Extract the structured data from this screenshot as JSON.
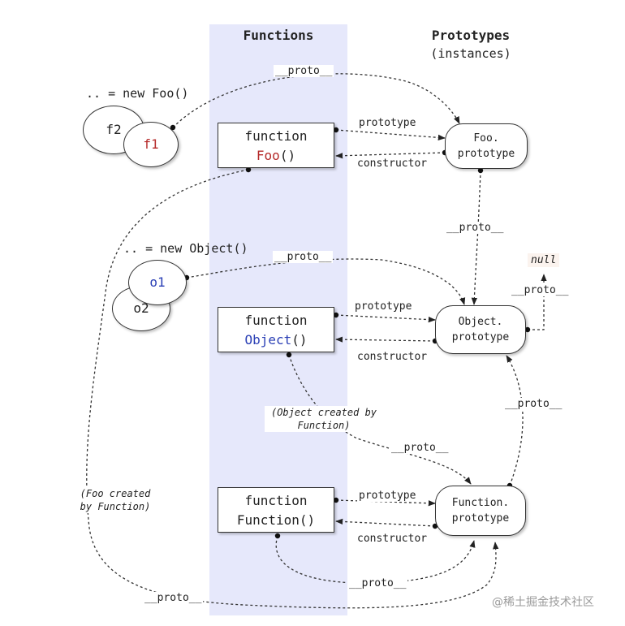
{
  "headers": {
    "functions": "Functions",
    "prototypes": "Prototypes",
    "prototypes_sub": "(instances)"
  },
  "foo_section": {
    "new_label": ".. = new Foo()",
    "f2": "f2",
    "f1": "f1",
    "func_line1": "function",
    "func_name": "Foo",
    "func_parens": "()",
    "proto_obj_line1": "Foo.",
    "proto_obj_line2": "prototype"
  },
  "object_section": {
    "new_label": ".. = new Object()",
    "o1": "o1",
    "o2": "o2",
    "func_line1": "function",
    "func_name": "Object",
    "func_parens": "()",
    "proto_obj_line1": "Object.",
    "proto_obj_line2": "prototype",
    "null_label": "null"
  },
  "function_section": {
    "func_line1": "function",
    "func_line2": "Function()",
    "proto_obj_line1": "Function.",
    "proto_obj_line2": "prototype"
  },
  "labels": {
    "proto": "__proto__",
    "prototype": "prototype",
    "constructor": "constructor"
  },
  "notes": {
    "object_created_line1": "(Object created by",
    "object_created_line2": "Function)",
    "foo_created_line1": "(Foo created",
    "foo_created_line2": "by Function)"
  },
  "watermark": "@稀土掘金技术社区",
  "colors": {
    "band": "#e6e8fb",
    "foo_name": "#b52a2a",
    "object_name": "#2a3fb5"
  }
}
